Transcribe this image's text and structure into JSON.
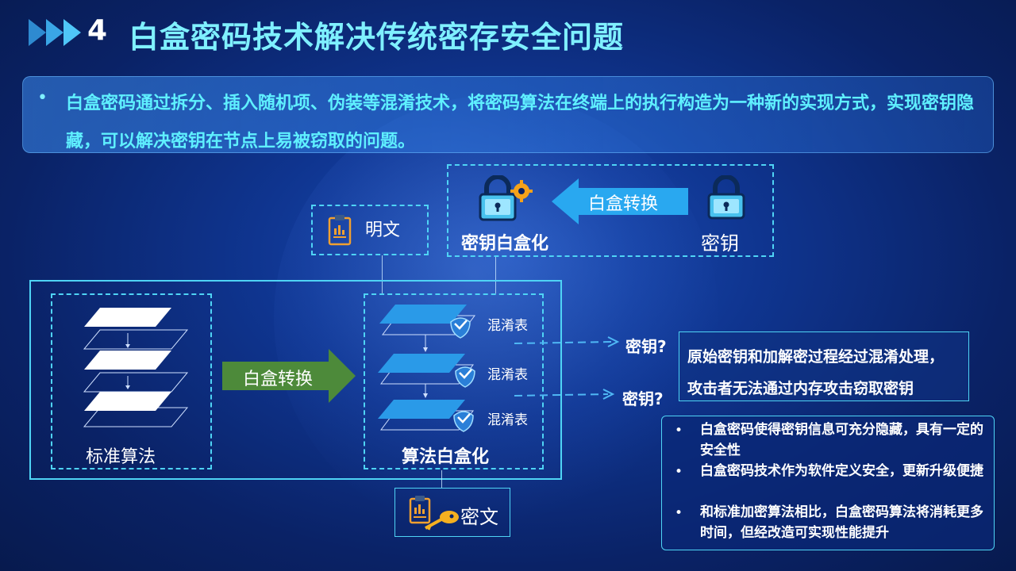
{
  "header": {
    "number": "4",
    "title": "白盒密码技术解决传统密存安全问题"
  },
  "intro": {
    "bullet": "•",
    "text": "白盒密码通过拆分、插入随机项、伪装等混淆技术，将密码算法在终端上的执行构造为一种新的实现方式，实现密钥隐藏，可以解决密钥在节点上易被窃取的问题。"
  },
  "diagram": {
    "plaintext_label": "明文",
    "key_whitebox_label": "密钥白盒化",
    "whitebox_transform_top": "白盒转换",
    "key_label": "密钥",
    "standard_algo_label": "标准算法",
    "whitebox_transform_mid": "白盒转换",
    "algo_whitebox_label": "算法白盒化",
    "obf_tables": [
      "混淆表",
      "混淆表",
      "混淆表"
    ],
    "key_question_1": "密钥?",
    "key_question_2": "密钥?",
    "ciphertext_label": "密文"
  },
  "explain_box": {
    "line1": "原始密钥和加解密过程经过混淆处理，",
    "line2": "攻击者无法通过内存攻击窃取密钥"
  },
  "benefits": [
    "白盒密码使得密钥信息可充分隐藏，具有一定的安全性",
    "白盒密码技术作为软件定义安全，更新升级便捷",
    "和标准加密算法相比，白盒密码算法将消耗更多时间，但经改造可实现性能提升"
  ],
  "colors": {
    "accent_cyan": "#5ff0ff",
    "green_arrow": "#4d8a3a",
    "blue_arrow": "#29a8f0",
    "gear_orange": "#f5a21a"
  }
}
